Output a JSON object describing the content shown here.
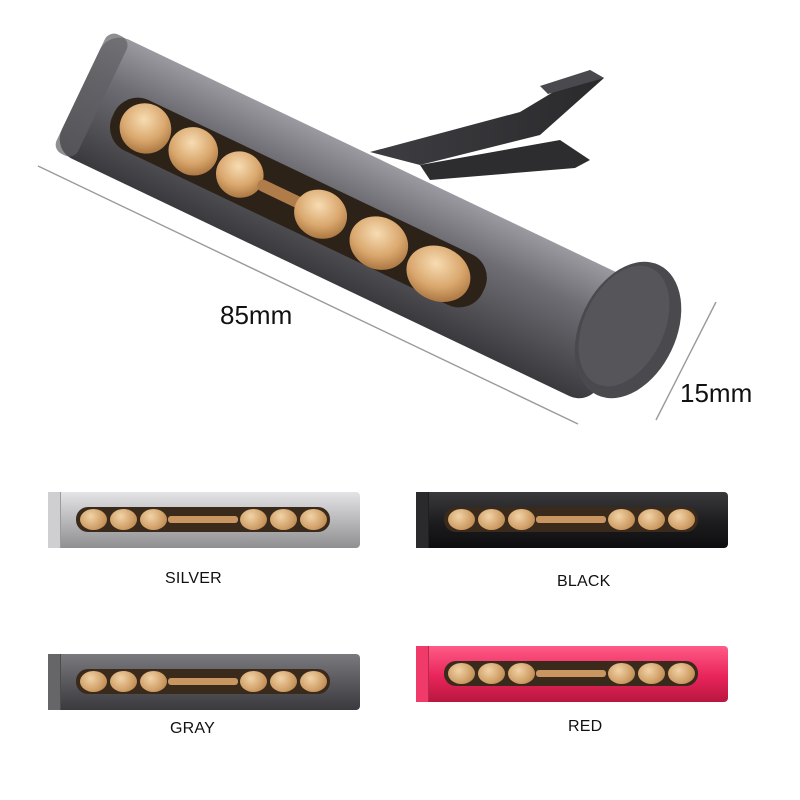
{
  "dimensions": {
    "length": "85mm",
    "diameter": "15mm"
  },
  "colors": [
    {
      "label": "SILVER",
      "hex": "#c4c4c6"
    },
    {
      "label": "BLACK",
      "hex": "#1e1e20"
    },
    {
      "label": "GRAY",
      "hex": "#58585c"
    },
    {
      "label": "RED",
      "hex": "#e8245a"
    }
  ]
}
